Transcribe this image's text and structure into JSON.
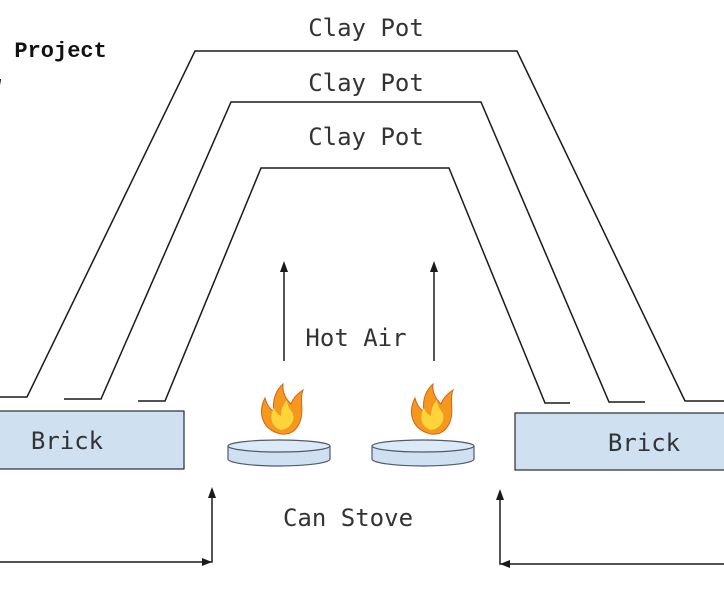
{
  "title_lines": [
    "t Project",
    "w"
  ],
  "pots": [
    {
      "label": "Clay Pot"
    },
    {
      "label": "Clay Pot"
    },
    {
      "label": "Clay Pot"
    }
  ],
  "hot_air_label": "Hot Air",
  "bricks": [
    {
      "label": "Brick"
    },
    {
      "label": "Brick"
    }
  ],
  "stove_label": "Can Stove",
  "colors": {
    "line": "#1a1a1a",
    "brick_fill": "#cfe0f1",
    "brick_stroke": "#2b2b2b",
    "stove_fill": "#cfe0f1",
    "flame_outer": "#f39a1e",
    "flame_inner": "#ffd43b",
    "text": "#333333"
  },
  "icons": {
    "flame": "flame-icon"
  }
}
